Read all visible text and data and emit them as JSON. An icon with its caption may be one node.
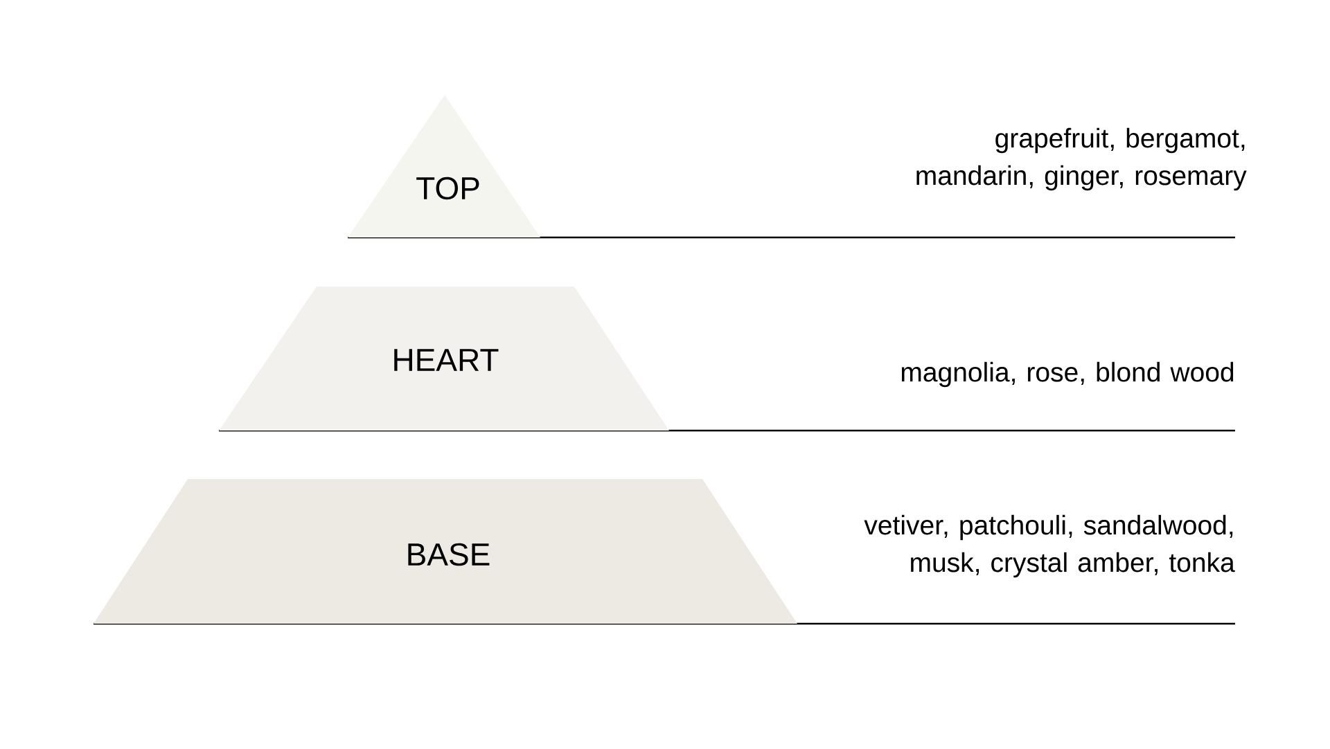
{
  "diagram": {
    "nodes": [
      {
        "text": [
          "TOP"
        ]
      },
      {
        "text": [
          "HEART"
        ]
      },
      {
        "text": [
          "BASE"
        ]
      }
    ],
    "labels": [
      "grapefruit, bergamot, mandarin, ginger, rosemary",
      "magnolia, rose, blond wood",
      "vetiver, patchouli, sandalwood, musk, crystal amber, tonka"
    ]
  }
}
